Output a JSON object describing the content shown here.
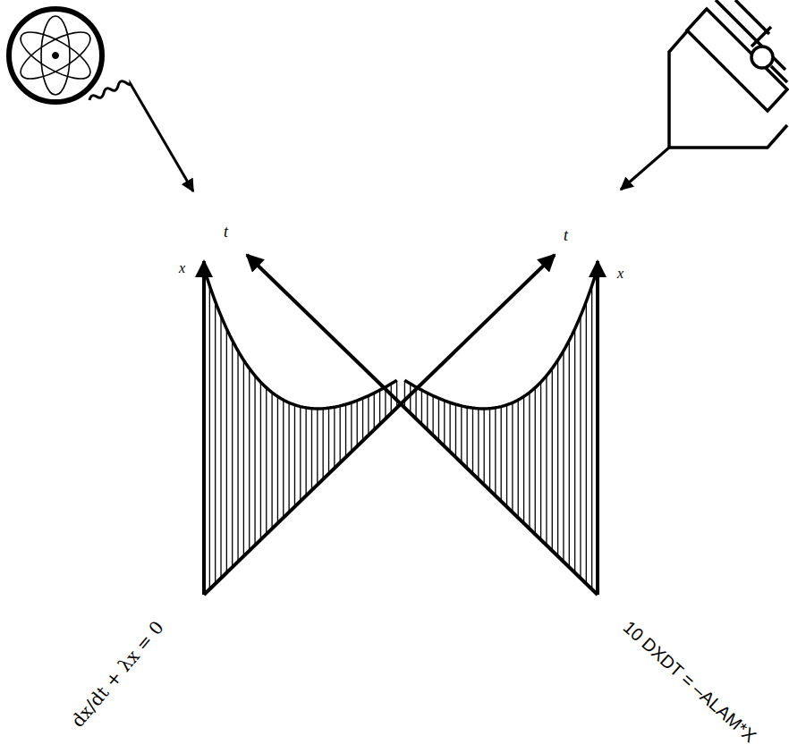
{
  "diagram": {
    "labels": [
      "t",
      "x",
      "t",
      "x",
      "dx/dt + λx = 0",
      "10 DXDT = –ALAM*X"
    ]
  }
}
